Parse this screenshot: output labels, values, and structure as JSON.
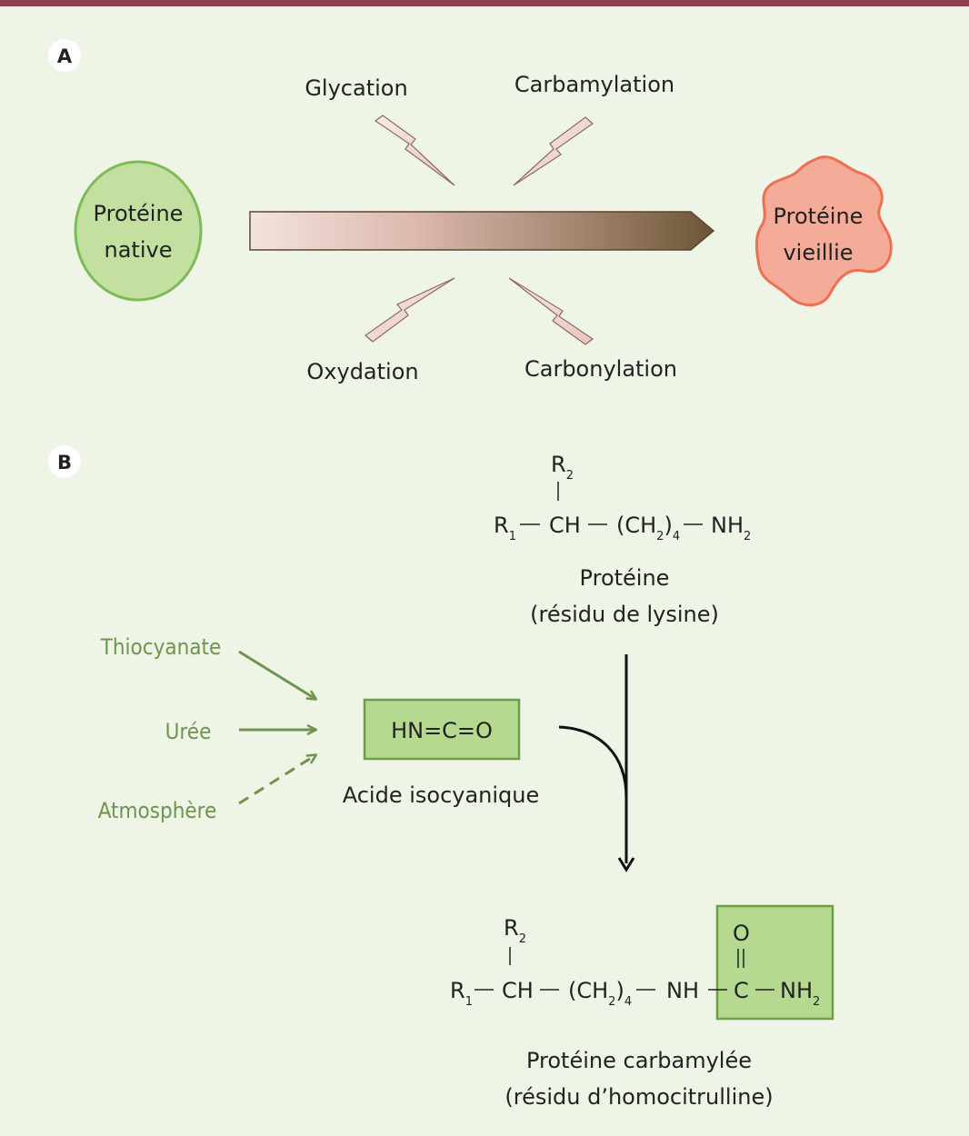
{
  "panel_a": {
    "badge": "A",
    "native_line1": "Protéine",
    "native_line2": "native",
    "aged_line1": "Protéine",
    "aged_line2": "vieillie",
    "modifications": {
      "top_left": "Glycation",
      "top_right": "Carbamylation",
      "bottom_left": "Oxydation",
      "bottom_right": "Carbonylation"
    }
  },
  "panel_b": {
    "badge": "B",
    "sources": {
      "source1": "Thiocyanate",
      "source2": "Urée",
      "source3": "Atmosphère"
    },
    "acid_formula": "HN=C=O",
    "acid_name": "Acide isocyanique",
    "lysine": {
      "R2": "R",
      "R2_sub": "2",
      "R1": "R",
      "R1_sub": "1",
      "CH": "CH",
      "CH2": "(CH",
      "CH2_sub": "2",
      "CH2_close": ")",
      "CH2_count": "4",
      "NH2": "NH",
      "NH2_sub": "2",
      "caption1": "Protéine",
      "caption2": "(résidu de lysine)"
    },
    "homocitrulline": {
      "R2": "R",
      "R2_sub": "2",
      "R1": "R",
      "R1_sub": "1",
      "CH": "CH",
      "CH2": "(CH",
      "CH2_sub": "2",
      "CH2_close": ")",
      "CH2_count": "4",
      "NH": "NH",
      "O": "O",
      "C": "C",
      "NH2": "NH",
      "NH2_sub": "2",
      "caption1": "Protéine carbamylée",
      "caption2": "(résidu d’homocitrulline)"
    }
  },
  "colors": {
    "background": "#eef5e7",
    "top_bar": "#8e3e4e",
    "green_fill": "#c3e0a1",
    "green_stroke": "#7cbc56",
    "aged_fill": "#f4ab98",
    "aged_stroke": "#ef6f52",
    "source_text": "#6f944e"
  }
}
